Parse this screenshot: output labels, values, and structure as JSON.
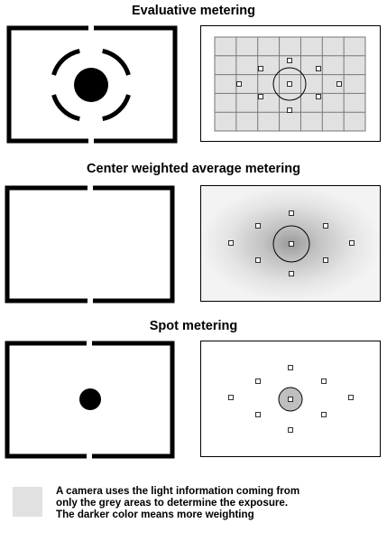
{
  "sections": [
    {
      "id": "evaluative",
      "title": "Evaluative metering"
    },
    {
      "id": "center",
      "title": "Center weighted average metering"
    },
    {
      "id": "spot",
      "title": "Spot metering"
    }
  ],
  "legend": {
    "lines": [
      "A camera uses the light information coming from",
      "only the grey areas to determine the exposure.",
      "The darker color means more weighting"
    ],
    "swatch_color": "#e1e1e1"
  },
  "colors": {
    "frame": "#000000",
    "metering_grey": "#e1e1e1",
    "spot_grey": "#bfbfbf",
    "grid_line": "#777777"
  }
}
